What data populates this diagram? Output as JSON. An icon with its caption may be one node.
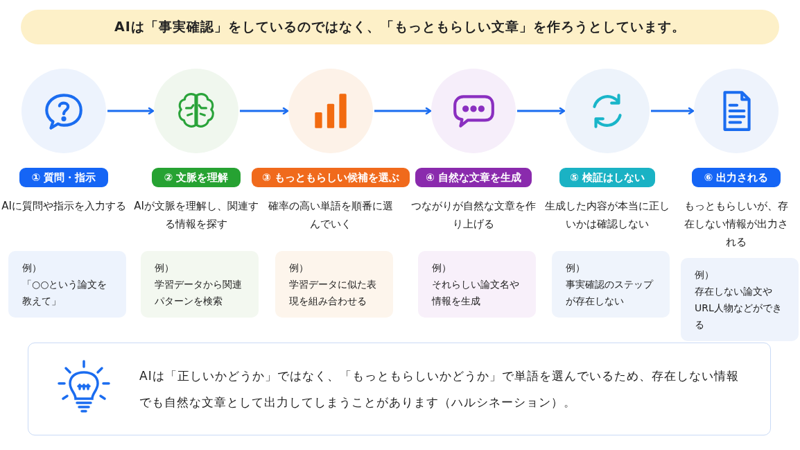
{
  "diagram": {
    "title": "AIは「事実確認」をしているのではなく、「もっともらしい文章」を作ろうとしています。",
    "nodes": [
      {
        "text": [],
        "shape": "circle"
      },
      {
        "text": [],
        "shape": "circle"
      },
      {
        "text": [],
        "shape": "circle"
      },
      {
        "text": [],
        "shape": "circle"
      },
      {
        "text": [],
        "shape": "circle"
      },
      {
        "text": [],
        "shape": "circle"
      },
      {
        "text": [
          "① 質問・指示"
        ],
        "beside": [
          "AIに質問や指示を入力する"
        ]
      },
      {
        "text": [
          "② 文脈を理解"
        ],
        "beside": [
          "AIが文脈を理解し、関連する情報を探す"
        ]
      },
      {
        "text": [
          "③ もっともらしい候補を選ぶ"
        ],
        "beside": [
          "確率の高い単語を順番に選んでいく"
        ]
      },
      {
        "text": [
          "④ 自然な文章を生成"
        ],
        "beside": [
          "つながりが自然な文章を作り上げる"
        ]
      },
      {
        "text": [
          "⑤ 検証はしない"
        ],
        "beside": [
          "生成した内容が本当に正しいかは確認しない"
        ]
      },
      {
        "text": [
          "⑥ 出力される"
        ],
        "beside": [
          "もっともらしいが、存在しない情報が出力される"
        ]
      },
      {
        "text": [
          "例）",
          "「○○という論文を教えて」"
        ]
      },
      {
        "text": [
          "例）",
          "学習データから関連パターンを検索"
        ]
      },
      {
        "text": [
          "例）",
          "学習データに似た表現を組み合わせる"
        ]
      },
      {
        "text": [
          "例）",
          "それらしい論文名や情報を生成"
        ]
      },
      {
        "text": [
          "例）",
          "事実確認のステップが存在しない"
        ]
      },
      {
        "text": [
          "例）",
          "存在しない論文やURL人物などができる"
        ]
      },
      {
        "text": [
          "AIは「正しいかどうか」ではなく、「もっともらしいかどうか」で単語を選んでいるため、存在しない情報でも自然な文章として出力してしまうことがあります（ハルシネーション）。"
        ]
      }
    ],
    "edges": [
      {
        "from": 0,
        "to": 1,
        "arrow": "to"
      },
      {
        "from": 1,
        "to": 2,
        "arrow": "to"
      },
      {
        "from": 2,
        "to": 3,
        "arrow": "to"
      },
      {
        "from": 3,
        "to": 4,
        "arrow": "to"
      },
      {
        "from": 4,
        "to": 5,
        "arrow": "to"
      }
    ]
  }
}
